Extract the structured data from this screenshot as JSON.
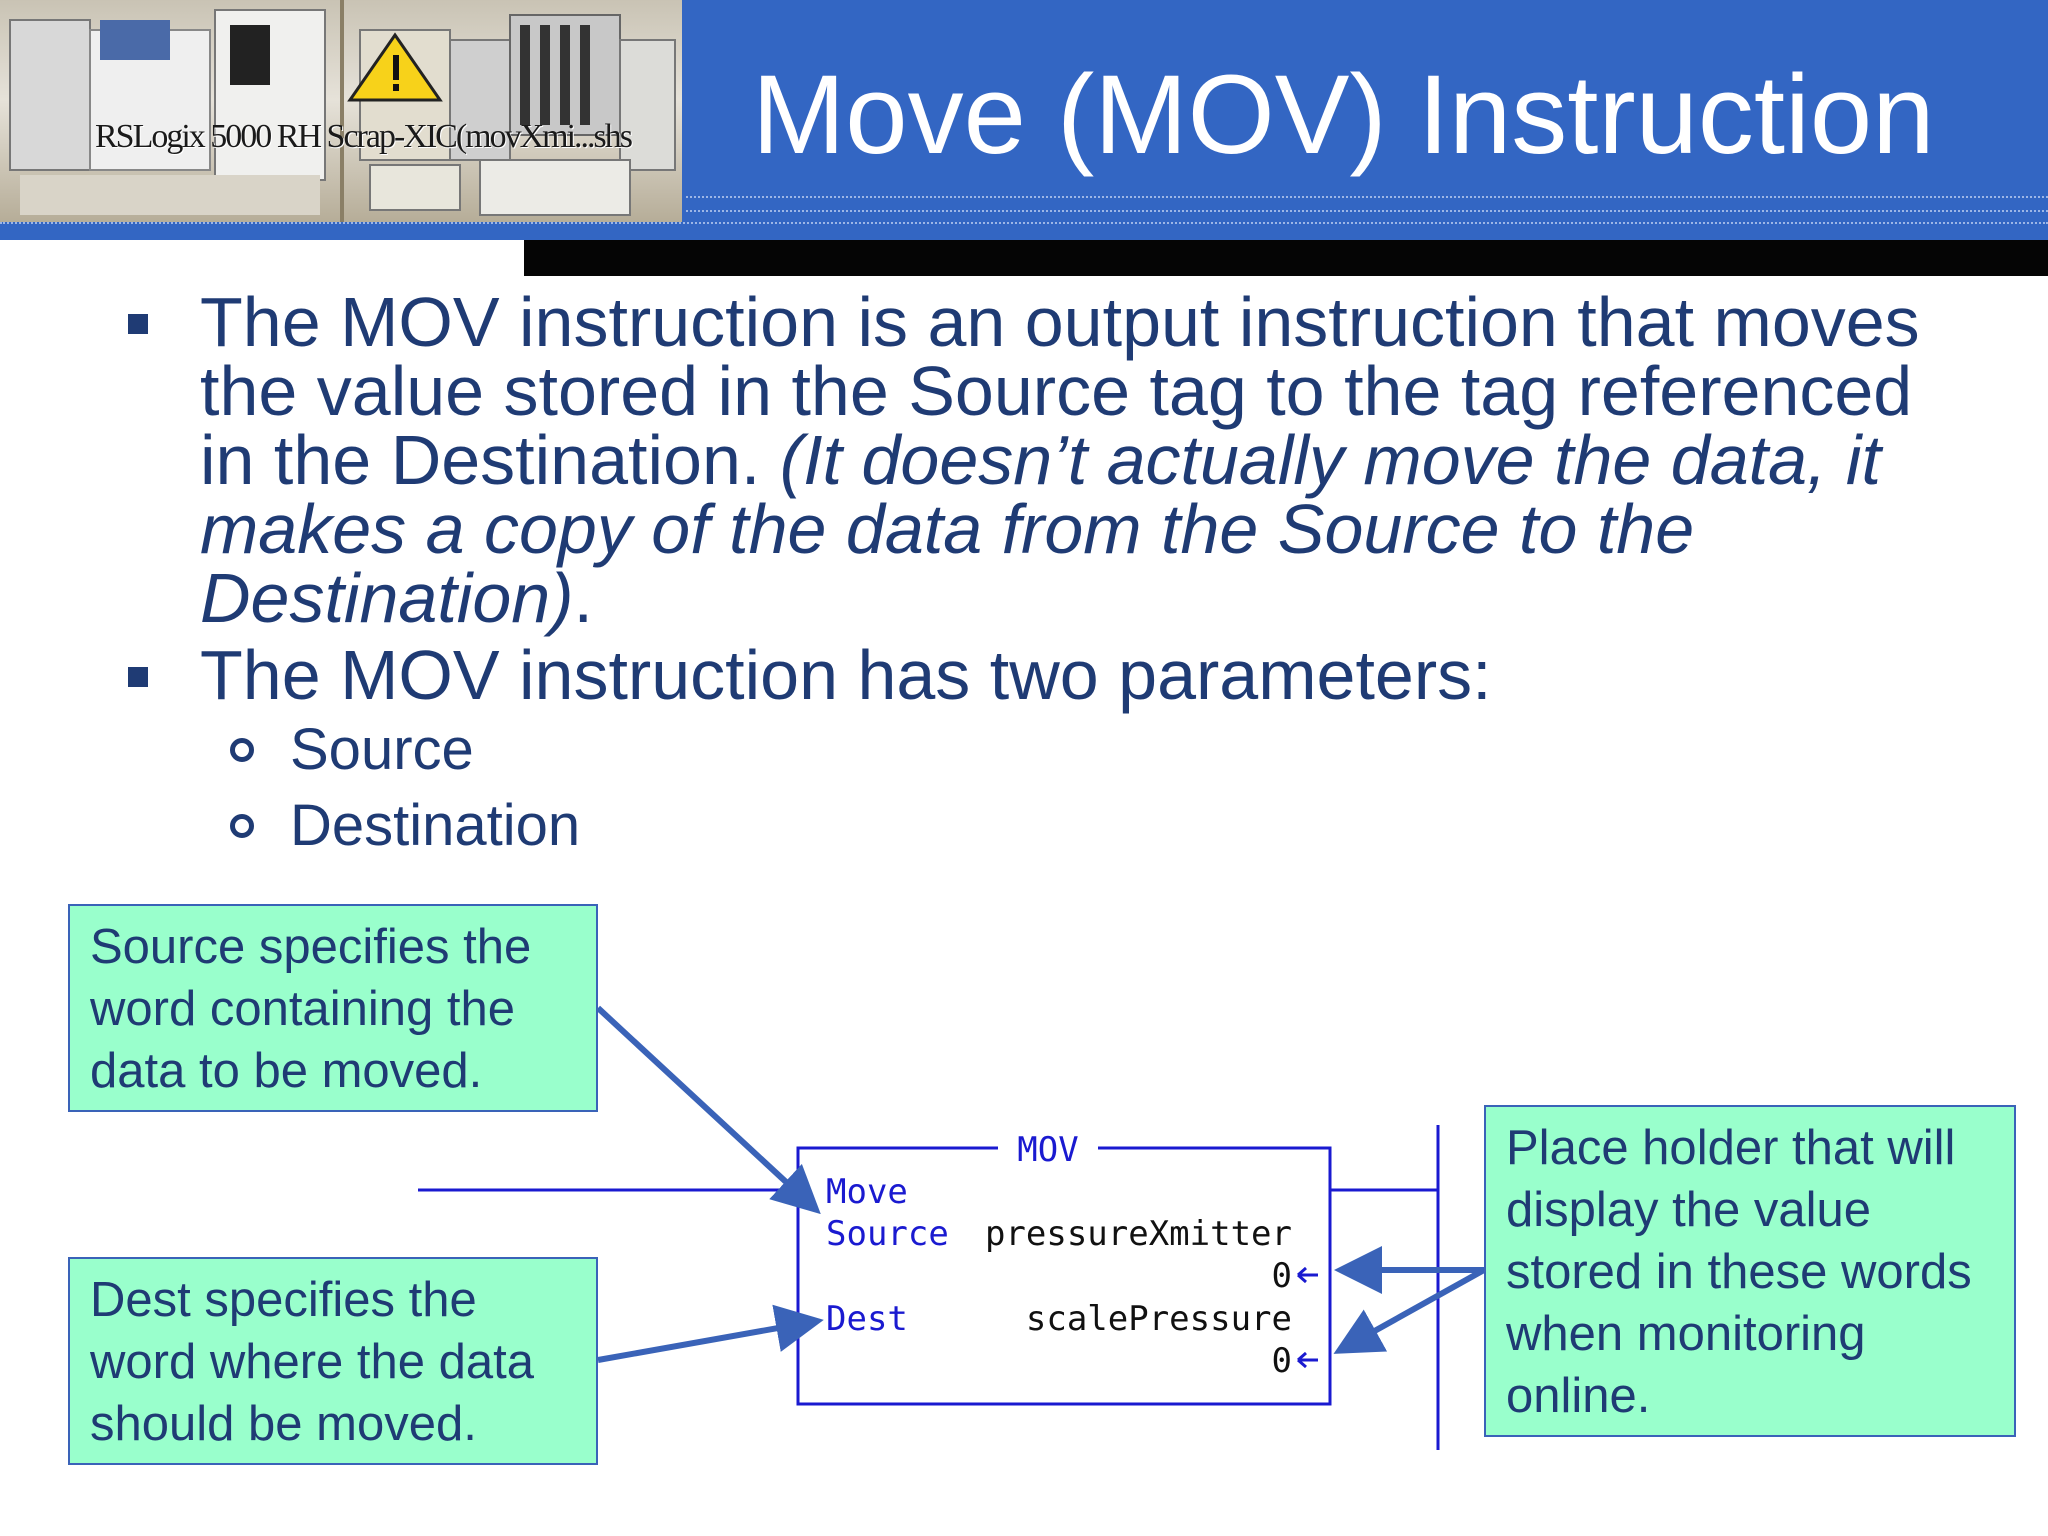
{
  "header": {
    "title": "Move (MOV) Instruction",
    "banner_text": "RSLogix 5000 RH Scrap-XIC(movXmi...shs"
  },
  "bullets": [
    {
      "plain": "The MOV instruction is an output instruction that moves the value stored in the Source tag to the tag referenced in the Destination.",
      "italic": "(It doesn’t actually move the data, it makes a copy of the data from the Source to the Destination)",
      "end": "."
    },
    {
      "plain": "The MOV instruction has two parameters:",
      "sub": [
        "Source",
        "Destination"
      ]
    }
  ],
  "callouts": {
    "source": "Source specifies the\nword containing the\ndata to be moved.",
    "dest": "Dest specifies the\nword where the data\nshould be moved.",
    "placeholder": "Place holder that will\ndisplay the value\nstored in these words\nwhen monitoring\nonline."
  },
  "mov_block": {
    "name": "MOV",
    "label": "Move",
    "source_label": "Source",
    "source_tag": "pressureXmitter",
    "source_value": "0",
    "dest_label": "Dest",
    "dest_tag": "scalePressure",
    "dest_value": "0"
  },
  "colors": {
    "header_blue": "#3366c3",
    "text_navy": "#1f3b74",
    "callout_fill": "#99ffcc",
    "arrow_blue": "#3a63b8",
    "ladder_blue": "#1a1ad0"
  }
}
